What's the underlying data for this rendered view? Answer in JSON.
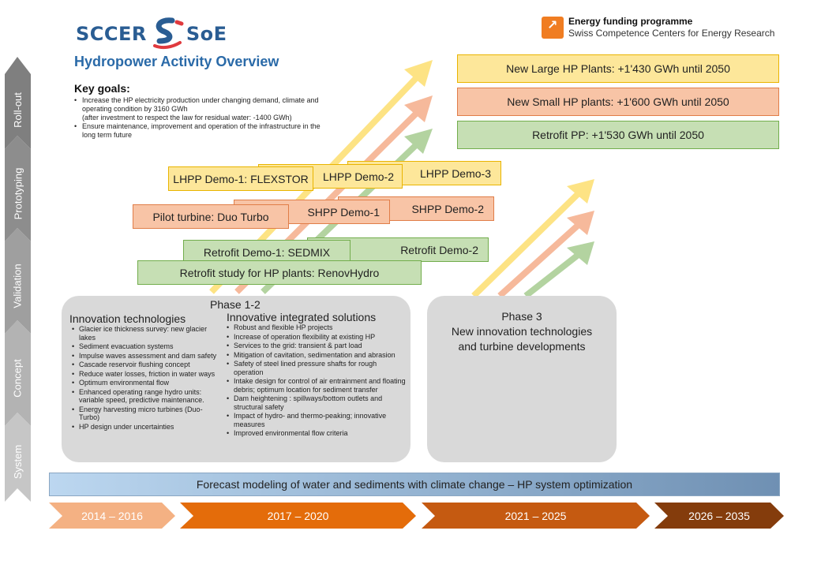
{
  "logo": {
    "left_text": "SCCER",
    "right_text": "SoE"
  },
  "funding": {
    "line1": "Energy funding programme",
    "line2": "Swiss Competence Centers for Energy Research"
  },
  "title": "Hydropower Activity Overview",
  "key_goals": {
    "heading": "Key goals:",
    "items": [
      {
        "text": "Increase the HP electricity production under changing demand, climate and operating condition by 3160 GWh",
        "sub": "(after investment to respect the law for residual water: -1400 GWh)"
      },
      {
        "text": "Ensure maintenance, improvement and operation of the infrastructure in the long term future",
        "sub": ""
      }
    ]
  },
  "goals": [
    {
      "label": "New Large HP Plants: +1'430 GWh until 2050",
      "color": "yellow"
    },
    {
      "label": "New Small HP plants: +1'600 GWh until 2050",
      "color": "orange"
    },
    {
      "label": "Retrofit PP: +1'530 GWh until 2050",
      "color": "green"
    }
  ],
  "demos": {
    "lhpp1": "LHPP Demo-1: FLEXSTOR",
    "lhpp2": "LHPP Demo-2",
    "lhpp3": "LHPP Demo-3",
    "pilot": "Pilot turbine: Duo Turbo",
    "shpp1": "SHPP Demo-1",
    "shpp2": "SHPP Demo-2",
    "retro1": "Retrofit Demo-1: SEDMIX",
    "retro2": "Retrofit Demo-2",
    "study": "Retrofit study for HP plants: RenovHydro"
  },
  "phase12": {
    "label": "Phase 1-2",
    "col1_heading": "Innovation technologies",
    "col1_items": [
      "Glacier ice thickness survey: new glacier lakes",
      "Sediment evacuation systems",
      "Impulse waves assessment and dam safety",
      "Cascade reservoir flushing concept",
      "Reduce water losses, friction in water ways",
      "Optimum environmental flow",
      "Enhanced operating range hydro units: variable speed, predictive maintenance.",
      "Energy harvesting micro turbines (Duo-Turbo)",
      "HP design under uncertainties"
    ],
    "col2_heading": "Innovative integrated solutions",
    "col2_items": [
      "Robust and flexible HP projects",
      "Increase of operation flexibility at existing HP",
      "Services to the grid: transient & part load",
      "Mitigation of cavitation, sedimentation and abrasion",
      "Safety of steel lined pressure shafts for rough operation",
      "Intake design for control of air entrainment and floating debris; optimum location for sediment transfer",
      "Dam heightening : spillways/bottom outlets and structural safety",
      "Impact of hydro- and thermo-peaking; innovative measures",
      "Improved environmental flow criteria"
    ]
  },
  "phase3": {
    "label": "Phase 3",
    "line1": "New innovation technologies",
    "line2": "and turbine developments"
  },
  "forecast": "Forecast modeling of water and sediments with climate change – HP system optimization",
  "timeline": [
    "2014 – 2016",
    "2017 – 2020",
    "2021 – 2025",
    "2026 – 2035"
  ],
  "stages": [
    "Roll-out",
    "Prototyping",
    "Validation",
    "Concept",
    "System"
  ],
  "colors": {
    "yellow_arrow": "#fde384",
    "orange_arrow": "#f6b99b",
    "green_arrow": "#b3d3a0",
    "timeline": [
      "#f4b183",
      "#e46c0a",
      "#c55a11",
      "#843c0c"
    ],
    "title_blue": "#2a6aa8",
    "logo_red": "#e03a3e"
  }
}
